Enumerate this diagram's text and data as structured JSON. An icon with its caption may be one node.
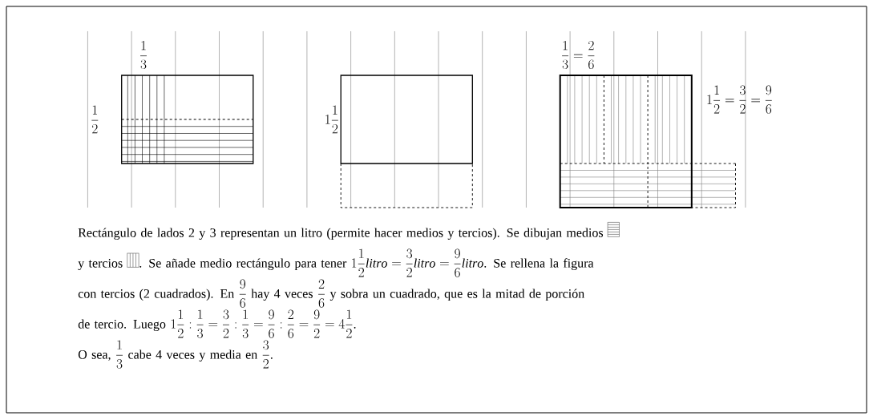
{
  "diagram": {
    "labels": [
      "\\frac{1}{3}",
      "\\frac{1}{2}",
      "1\\frac{1}{2}",
      "\\frac{1}{3}=\\frac{2}{6}",
      "1\\frac{1}{2}=\\frac{3}{2}=\\frac{9}{6}",
      "Rectángulo de lados 2 y 3 representan un litro (permite hacer medios y tercios). Se dibujan medios",
      "y tercios",
      ". Se añade medio rectángulo para tener",
      "1\\frac{1}{2}\\mathit{litro} = \\frac{3}{2}\\mathit{litro} = \\frac{9}{6}\\mathit{litro}",
      ". Se rellena la figura",
      "con tercios (2 cuadrados). En",
      "\\frac{9}{6}",
      "hay 4 veces",
      "\\frac{2}{6}",
      "y sobra un cuadrado, que es la mitad de porción",
      "de tercio. Luego",
      "1\\frac{1}{2} : \\frac{1}{3} = \\frac{3}{2} : \\frac{1}{3} = \\frac{9}{6} : \\frac{2}{6} = \\frac{9}{2} = 4\\frac{1}{2}",
      ".",
      "O sea,",
      "\\frac{1}{3}",
      "cabe 4 veces y media en",
      "\\frac{3}{2}",
      "."
    ]
  }
}
